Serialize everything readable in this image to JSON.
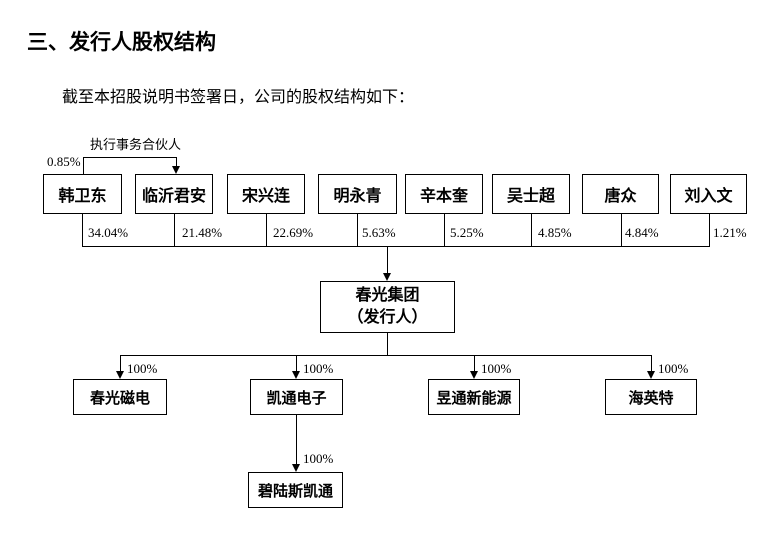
{
  "doc": {
    "section_title": "三、发行人股权结构",
    "intro": "截至本招股说明书签署日，公司的股权结构如下："
  },
  "chart": {
    "type": "equity-structure-org-chart",
    "colors": {
      "line": "#000000",
      "background": "#ffffff",
      "text": "#000000"
    },
    "gp": {
      "label": "执行事务合伙人",
      "share": "0.85%",
      "from": "韩卫东",
      "to": "临沂君安"
    },
    "shareholders": [
      {
        "name": "韩卫东",
        "pct": "34.04%"
      },
      {
        "name": "临沂君安",
        "pct": "21.48%"
      },
      {
        "name": "宋兴连",
        "pct": "22.69%"
      },
      {
        "name": "明永青",
        "pct": "5.63%"
      },
      {
        "name": "辛本奎",
        "pct": "5.25%"
      },
      {
        "name": "吴士超",
        "pct": "4.85%"
      },
      {
        "name": "唐众",
        "pct": "4.84%"
      },
      {
        "name": "刘入文",
        "pct": "1.21%"
      }
    ],
    "issuer": {
      "name": "春光集团",
      "descriptor": "（发行人）"
    },
    "subsidiaries": [
      {
        "name": "春光磁电",
        "pct": "100%"
      },
      {
        "name": "凯通电子",
        "pct": "100%"
      },
      {
        "name": "昱通新能源",
        "pct": "100%"
      },
      {
        "name": "海英特",
        "pct": "100%"
      }
    ],
    "sub_subsidiary": {
      "name": "碧陆斯凯通",
      "pct": "100%",
      "parent": "凯通电子"
    }
  }
}
